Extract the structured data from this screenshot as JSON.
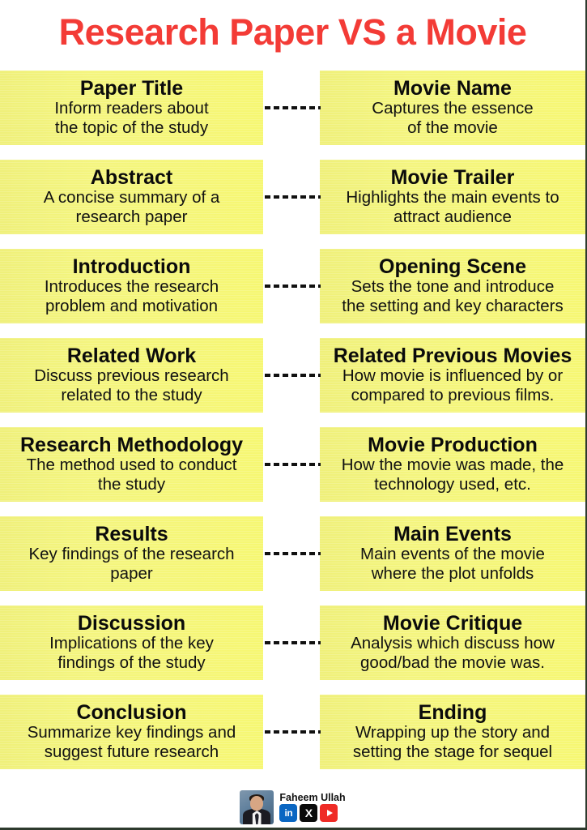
{
  "header": {
    "title": "Research Paper VS a Movie",
    "title_color": "#f33b36"
  },
  "theme": {
    "box_color": "#f2f37a",
    "text_color": "#111111",
    "connector_color": "#111111"
  },
  "rows": [
    {
      "left": {
        "title": "Paper Title",
        "desc_lines": [
          "Inform readers about",
          "the topic of the study"
        ]
      },
      "right": {
        "title": "Movie Name",
        "desc_lines": [
          "Captures the essence",
          "of the movie"
        ]
      }
    },
    {
      "left": {
        "title": "Abstract",
        "desc_lines": [
          "A concise summary of a",
          "research paper"
        ]
      },
      "right": {
        "title": "Movie Trailer",
        "desc_lines": [
          "Highlights the main events to",
          "attract audience"
        ]
      }
    },
    {
      "left": {
        "title": "Introduction",
        "desc_lines": [
          "Introduces the research",
          "problem and motivation"
        ]
      },
      "right": {
        "title": "Opening Scene",
        "desc_lines": [
          "Sets the tone and introduce",
          "the setting and key characters"
        ]
      }
    },
    {
      "left": {
        "title": "Related Work",
        "desc_lines": [
          "Discuss previous research",
          "related to the study"
        ]
      },
      "right": {
        "title": "Related Previous Movies",
        "desc_lines": [
          "How movie is influenced by or",
          "compared to previous films."
        ]
      }
    },
    {
      "left": {
        "title": "Research Methodology",
        "desc_lines": [
          "The method used to conduct",
          "the study"
        ]
      },
      "right": {
        "title": "Movie Production",
        "desc_lines": [
          "How the movie was made, the",
          "technology used, etc."
        ]
      }
    },
    {
      "left": {
        "title": "Results",
        "desc_lines": [
          "Key findings of the research",
          "paper"
        ]
      },
      "right": {
        "title": "Main Events",
        "desc_lines": [
          "Main events of the movie",
          "where the plot unfolds"
        ]
      }
    },
    {
      "left": {
        "title": "Discussion",
        "desc_lines": [
          "Implications of the key",
          "findings of the study"
        ]
      },
      "right": {
        "title": "Movie Critique",
        "desc_lines": [
          "Analysis which discuss how",
          "good/bad the movie was."
        ]
      }
    },
    {
      "left": {
        "title": "Conclusion",
        "desc_lines": [
          "Summarize key findings and",
          "suggest future research"
        ]
      },
      "right": {
        "title": "Ending",
        "desc_lines": [
          "Wrapping up the story and",
          "setting the stage for sequel"
        ]
      }
    }
  ],
  "footer": {
    "author_name": "Faheem Ullah",
    "avatar_alt": "avatar-photo",
    "socials": [
      {
        "name": "linkedin-icon",
        "label": "in",
        "color": "#0a66c2"
      },
      {
        "name": "x-twitter-icon",
        "label": "X",
        "color": "#0b0b0b"
      },
      {
        "name": "youtube-icon",
        "label": "",
        "color": "#ef2b26"
      }
    ]
  }
}
